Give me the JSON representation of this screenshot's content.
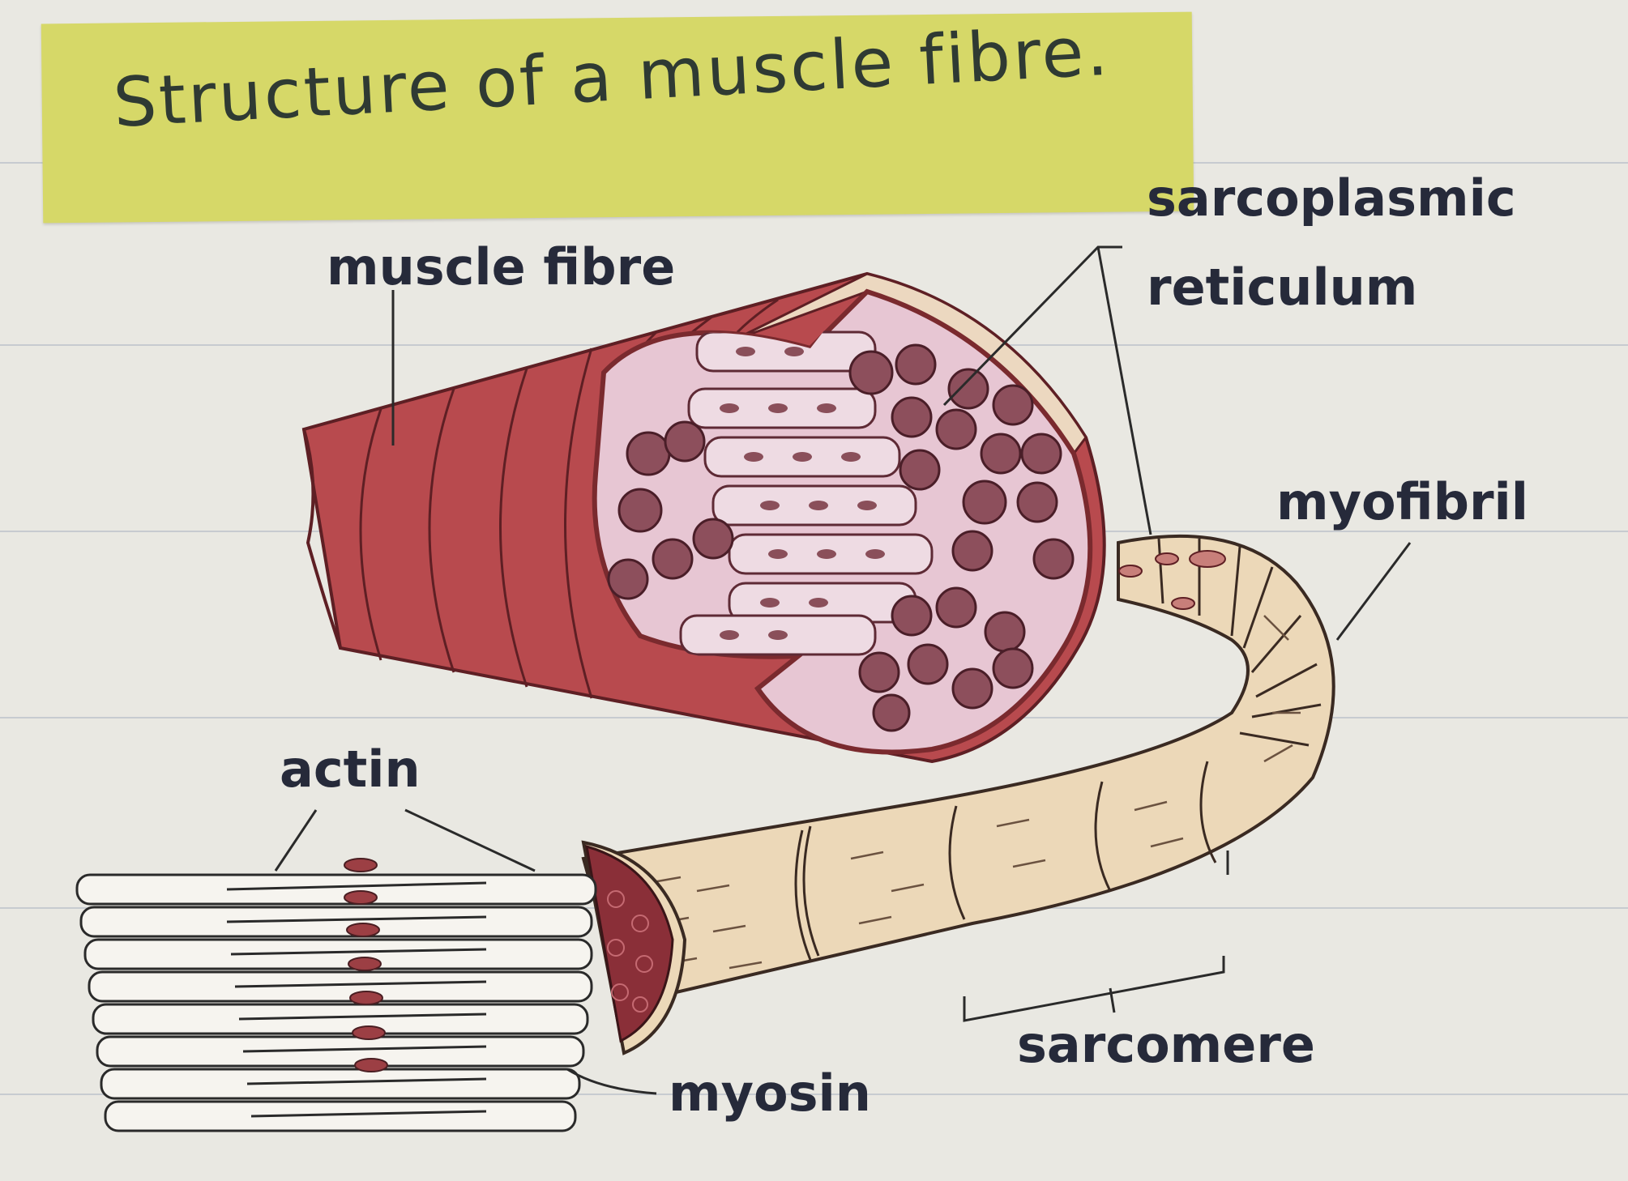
{
  "title": "Structure of a muscle fibre.",
  "labels": {
    "muscle_fibre": "muscle fibre",
    "sarcoplasmic_line1": "sarcoplasmic",
    "sarcoplasmic_line2": "reticulum",
    "myofibril": "myofibril",
    "actin": "actin",
    "myosin": "myosin",
    "sarcomere": "sarcomere"
  },
  "colors": {
    "paper": "#e9e8e2",
    "title_banner": "#d6d868",
    "muscle_red": "#b84a4e",
    "muscle_dark": "#7a2a2e",
    "cross_section_pink": "#e7c6d3",
    "fibril_dot": "#8a4f5a",
    "myofibril_tan": "#ecd8b8",
    "filament_white": "#f6f4ef",
    "ink": "#262a3a"
  }
}
